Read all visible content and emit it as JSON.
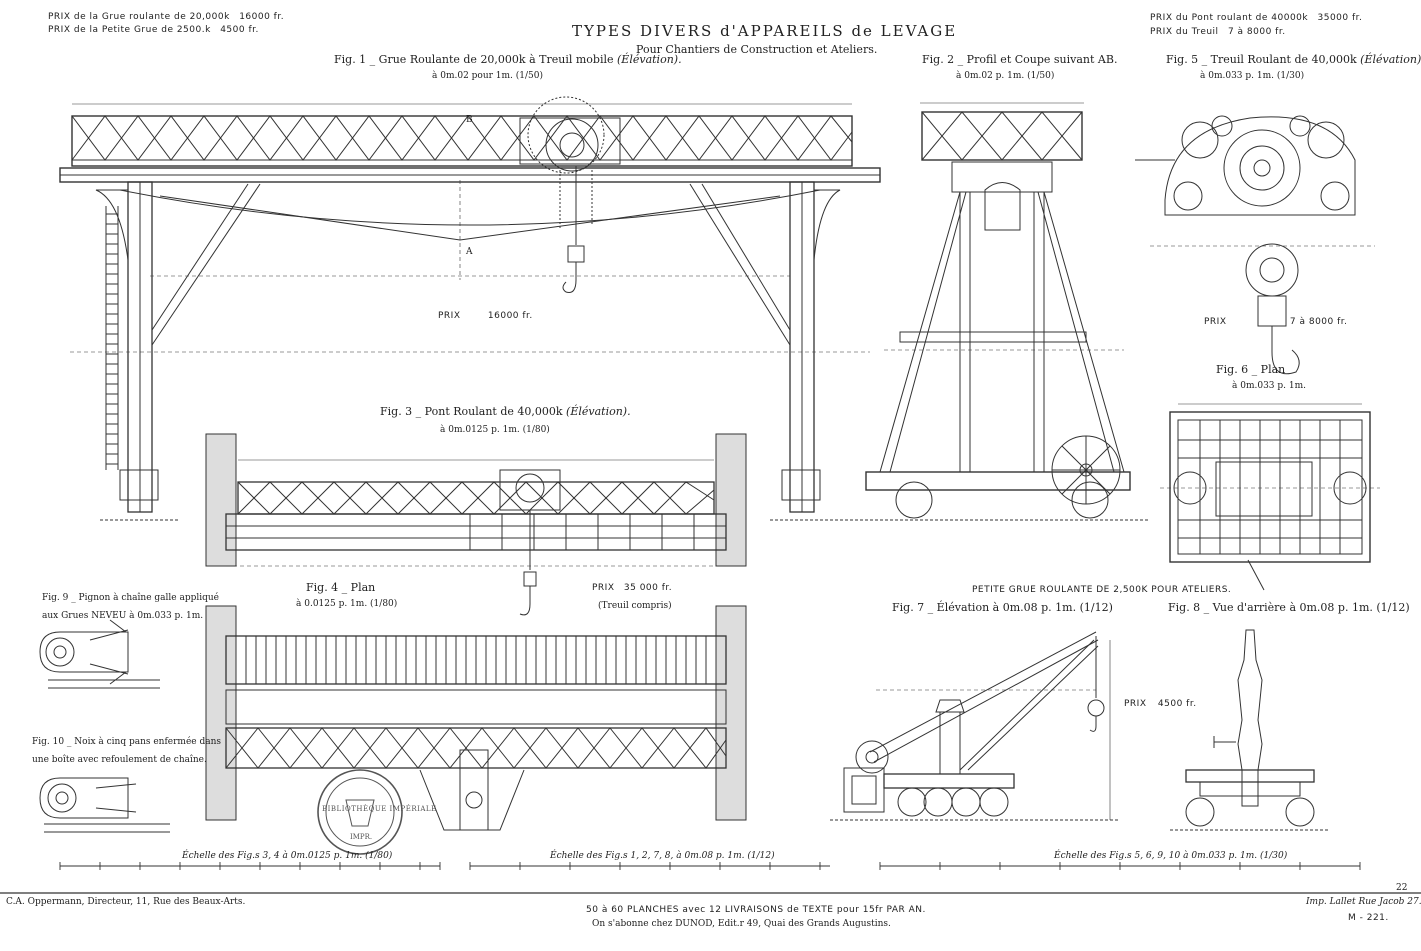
{
  "header": {
    "title": "TYPES DIVERS d'APPAREILS de LEVAGE",
    "subtitle": "Pour Chantiers de Construction et Ateliers.",
    "prices_left": [
      {
        "label": "PRIX de la Grue roulante de 20,000k",
        "value": "16000 fr."
      },
      {
        "label": "PRIX de la Petite Grue de 2500.k",
        "value": "4500 fr."
      }
    ],
    "prices_right": [
      {
        "label": "PRIX du Pont roulant de 40000k",
        "value": "35000 fr."
      },
      {
        "label": "PRIX du Treuil",
        "value": "7 à 8000 fr."
      }
    ]
  },
  "figures": {
    "fig1": {
      "caption": "Fig. 1 _ Grue Roulante de 20,000k à Treuil mobile",
      "view": "(Élévation).",
      "scale": "à 0m.02 pour 1m. (1/50)"
    },
    "fig2": {
      "caption": "Fig. 2 _ Profil et Coupe suivant AB.",
      "scale": "à 0m.02 p. 1m. (1/50)"
    },
    "fig3": {
      "caption": "Fig. 3 _ Pont Roulant de 40,000k",
      "view": "(Élévation).",
      "scale": "à 0m.0125 p. 1m. (1/80)"
    },
    "fig4": {
      "caption": "Fig. 4 _ Plan",
      "scale": "à 0.0125 p. 1m. (1/80)"
    },
    "fig5": {
      "caption": "Fig. 5 _ Treuil Roulant de 40,000k",
      "view": "(Élévation)",
      "scale": "à 0m.033 p. 1m. (1/30)"
    },
    "fig6": {
      "caption": "Fig. 6 _ Plan",
      "scale": "à 0m.033 p. 1m."
    },
    "fig7": {
      "caption": "Fig. 7 _ Élévation à 0m.08 p. 1m. (1/12)"
    },
    "fig8": {
      "caption": "Fig. 8 _ Vue d'arrière à 0m.08 p. 1m. (1/12)"
    },
    "fig9": {
      "caption_line1": "Fig. 9 _ Pignon à chaîne galle appliqué",
      "caption_line2": "aux Grues NEVEU à 0m.033 p. 1m."
    },
    "fig10": {
      "caption_line1": "Fig. 10 _ Noix à cinq pans enfermée dans",
      "caption_line2": "une boîte avec refoulement de chaîne."
    }
  },
  "prices_inline": {
    "fig1": {
      "label": "PRIX",
      "value": "16000 fr."
    },
    "fig3": {
      "label": "PRIX",
      "value": "35 000 fr."
    },
    "fig3_note": "(Treuil compris)",
    "fig5": {
      "label": "PRIX",
      "value": "7 à 8000 fr."
    },
    "fig7": {
      "label": "PRIX",
      "value": "4500 fr."
    }
  },
  "section_titles": {
    "petite_grue": "PETITE GRUE ROULANTE DE 2,500K POUR ATELIERS."
  },
  "markers": {
    "a": "A",
    "b": "B"
  },
  "stamp": {
    "text": "BIBLIOTHÈQUE IMPÉRIALE",
    "sub": "IMPR."
  },
  "scales": {
    "s1": "Échelle des Fig.s 3, 4 à 0m.0125 p. 1m. (1/80)",
    "s2": "Échelle des Fig.s 1, 2, 7, 8, à 0m.08 p. 1m. (1/12)",
    "s3": "Échelle des Fig.s 5, 6, 9, 10 à 0m.033 p. 1m. (1/30)"
  },
  "footer": {
    "publisher": "C.A. Oppermann, Directeur, 11, Rue des Beaux-Arts.",
    "line1": "50 à 60 PLANCHES avec 12 LIVRAISONS de TEXTE pour 15fr PAR AN.",
    "line2": "On s'abonne chez DUNOD, Edit.r 49, Quai des Grands Augustins.",
    "printer": "Imp. Lallet Rue Jacob 27.",
    "plate": "M - 221.",
    "plate_no": "22"
  }
}
